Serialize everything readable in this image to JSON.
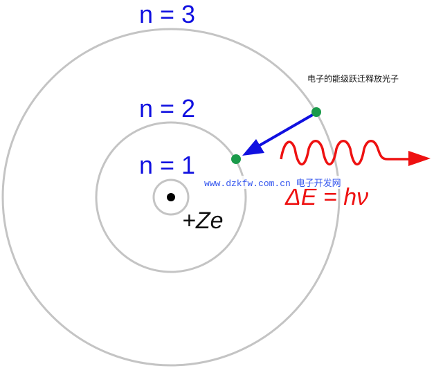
{
  "labels": {
    "n3": "n = 3",
    "n2": "n = 2",
    "n1": "n = 1",
    "nucleus": "+Ze",
    "energy": "ΔE = hν",
    "caption": "电子的能级跃迁释放光子",
    "watermark": "www.dzkfw.com.cn 电子开发网"
  },
  "colors": {
    "orbit": "#c4c4c4",
    "electron": "#1a9a4a",
    "transition_arrow": "#1010e0",
    "photon": "#ee1111",
    "label": "#1010e0"
  }
}
